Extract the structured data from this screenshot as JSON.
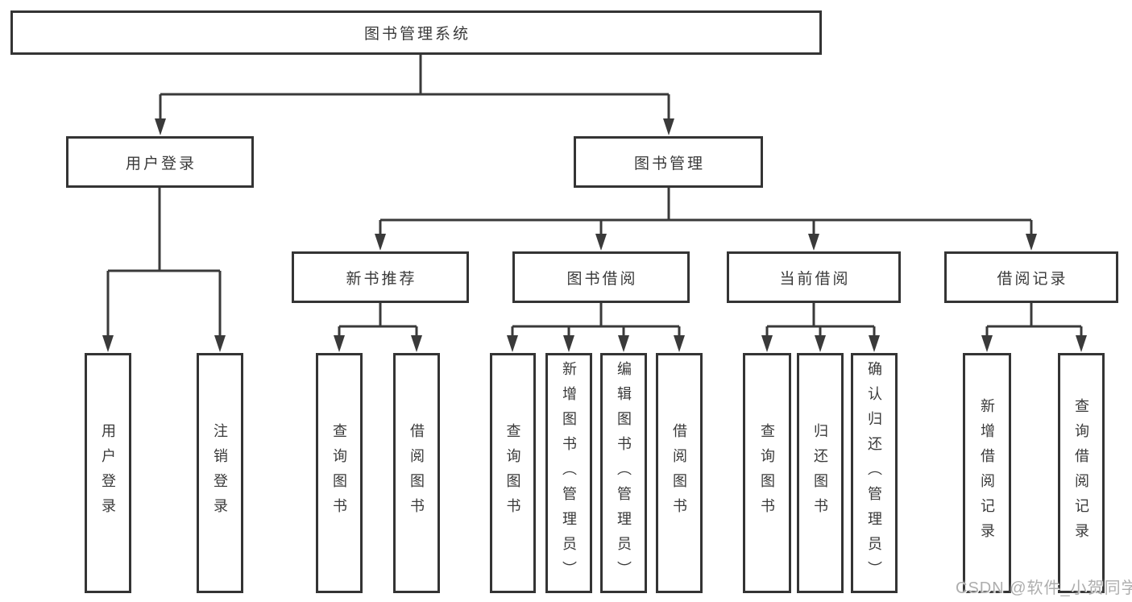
{
  "tree": {
    "root": {
      "label": "图书管理系统",
      "children": [
        {
          "label": "用户登录",
          "children": [
            {
              "label": "用户登录"
            },
            {
              "label": "注销登录"
            }
          ]
        },
        {
          "label": "图书管理",
          "children": [
            {
              "label": "新书推荐",
              "children": [
                {
                  "label": "查询图书"
                },
                {
                  "label": "借阅图书"
                }
              ]
            },
            {
              "label": "图书借阅",
              "children": [
                {
                  "label": "查询图书"
                },
                {
                  "label": "新增图书（管理员）"
                },
                {
                  "label": "编辑图书（管理员）"
                },
                {
                  "label": "借阅图书"
                }
              ]
            },
            {
              "label": "当前借阅",
              "children": [
                {
                  "label": "查询图书"
                },
                {
                  "label": "归还图书"
                },
                {
                  "label": "确认归还（管理员）"
                }
              ]
            },
            {
              "label": "借阅记录",
              "children": [
                {
                  "label": "新增借阅记录"
                },
                {
                  "label": "查询借阅记录"
                }
              ]
            }
          ]
        }
      ]
    }
  },
  "watermark": "CSDN @软件_小贺同学",
  "colors": {
    "line": "#3a3a3a",
    "box_border": "#343434",
    "box_fill": "#ffffff",
    "text": "#3a3a3a",
    "background": "#ffffff",
    "watermark_text": "#aeaeae"
  }
}
